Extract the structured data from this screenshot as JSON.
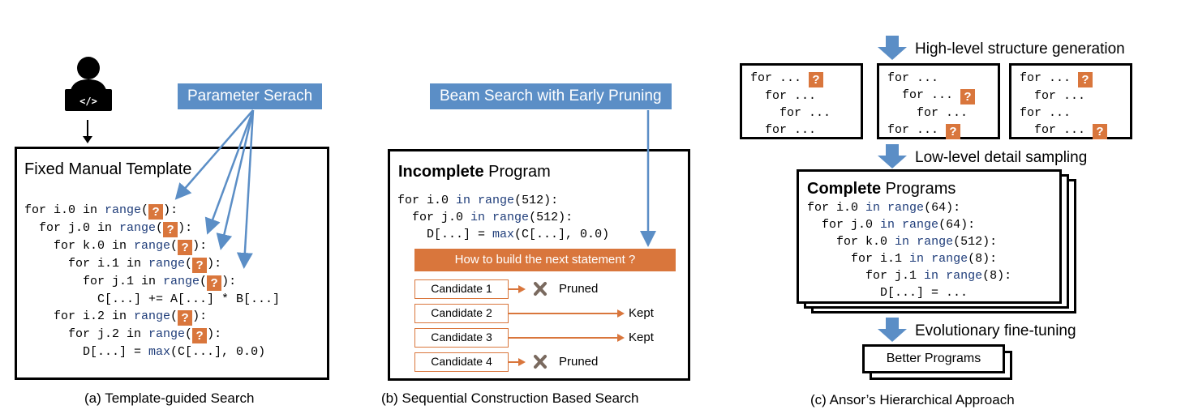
{
  "panel_a": {
    "parameter_label": "Parameter Serach",
    "template_title": "Fixed Manual Template",
    "caption": "(a) Template-guided Search",
    "code_lines": [
      [
        "for i.0 in ",
        "range",
        "(",
        "?",
        "):"
      ],
      [
        "  for j.0 in ",
        "range",
        "(",
        "?",
        "):"
      ],
      [
        "    for k.0 in ",
        "range",
        "(",
        "?",
        "):"
      ],
      [
        "      for i.1 in ",
        "range",
        "(",
        "?",
        "):"
      ],
      [
        "        for j.1 in ",
        "range",
        "(",
        "?",
        "):"
      ],
      [
        "          C[...] += A[...] * B[...]"
      ],
      [
        "    for i.2 in ",
        "range",
        "(",
        "?",
        "):"
      ],
      [
        "      for j.2 in ",
        "range",
        "(",
        "?",
        "):"
      ],
      [
        "        D[...] = ",
        "max",
        "(C[...], 0.0)"
      ]
    ]
  },
  "panel_b": {
    "beam_label": "Beam Search with Early Pruning",
    "program_title_bold": "Incomplete",
    "program_title_rest": " Program",
    "code": [
      "for i.0 in range(512):",
      "  for j.0 in range(512):",
      "    D[...] = max(C[...], 0.0)"
    ],
    "question": "How to build the next statement ?",
    "candidates": [
      {
        "label": "Candidate 1",
        "result": "Pruned"
      },
      {
        "label": "Candidate 2",
        "result": "Kept"
      },
      {
        "label": "Candidate 3",
        "result": "Kept"
      },
      {
        "label": "Candidate 4",
        "result": "Pruned"
      }
    ],
    "caption": "(b) Sequential Construction Based Search"
  },
  "panel_c": {
    "step1": "High-level structure generation",
    "step2": "Low-level detail sampling",
    "step3": "Evolutionary fine-tuning",
    "sketches": [
      [
        "for ... ?",
        "  for ...",
        "    for ...",
        "  for ..."
      ],
      [
        "for ...",
        "  for ... ?",
        "    for ...",
        "for ... ?"
      ],
      [
        "for ... ?",
        "  for ...",
        "for ...",
        "  for ... ?"
      ]
    ],
    "complete_title_bold": "Complete",
    "complete_title_rest": " Programs",
    "complete_code": [
      "for i.0 in range(64):",
      "  for j.0 in range(64):",
      "    for k.0 in range(512):",
      "      for i.1 in range(8):",
      "        for j.1 in range(8):",
      "          D[...] = ..."
    ],
    "better_label": "Better Programs",
    "caption": "(c) Ansor’s Hierarchical Approach"
  },
  "colors": {
    "accent_blue": "#5b8ec6",
    "accent_orange": "#d9763c",
    "code_blue": "#1f3d7a"
  }
}
